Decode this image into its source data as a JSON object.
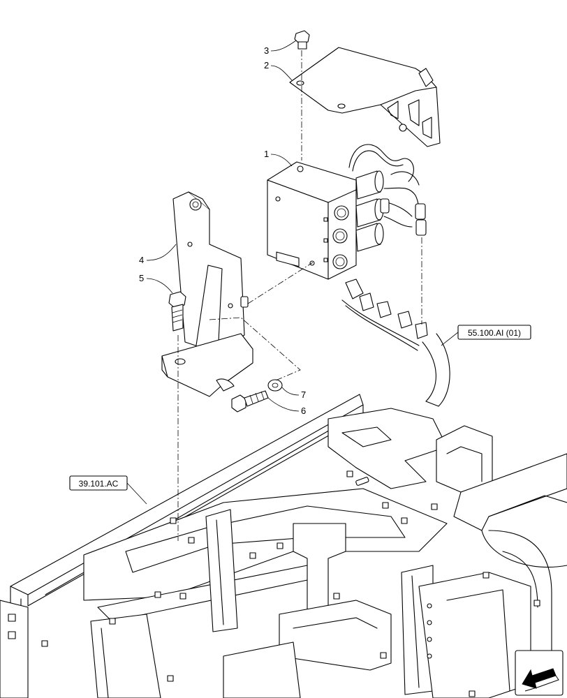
{
  "diagram": {
    "callouts": [
      {
        "id": "c1",
        "label": "1"
      },
      {
        "id": "c2",
        "label": "2"
      },
      {
        "id": "c3",
        "label": "3"
      },
      {
        "id": "c4",
        "label": "4"
      },
      {
        "id": "c5",
        "label": "5"
      },
      {
        "id": "c6",
        "label": "6"
      },
      {
        "id": "c7",
        "label": "7"
      }
    ],
    "references": {
      "harness_ref": "55.100.AI (01)",
      "frame_ref": "39.101.AC"
    },
    "nav_icon": "arrow-left-icon"
  }
}
